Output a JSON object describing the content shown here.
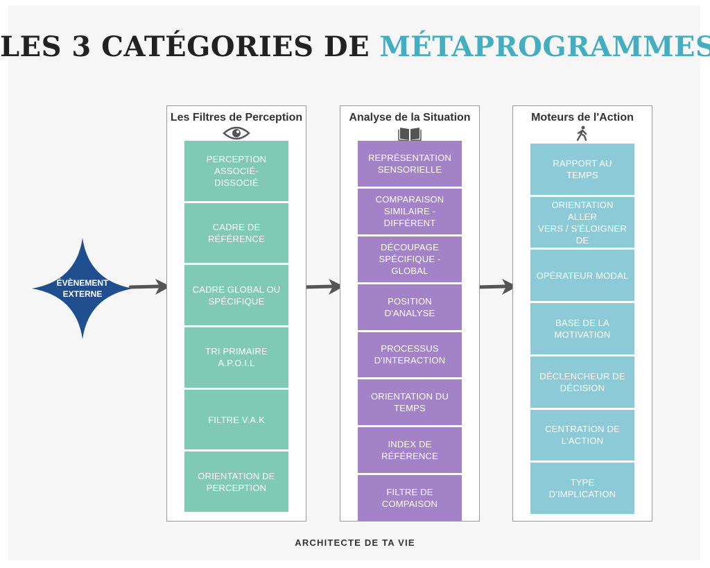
{
  "title": {
    "part1": "LES 3 CATÉGORIES DE ",
    "part2": "MÉTAPROGRAMMES"
  },
  "colors": {
    "title_dark": "#222222",
    "title_accent": "#43aebf",
    "perception": "#80c9b4",
    "analyse": "#a482c7",
    "action": "#8ccad8",
    "event": "#1f4f8e",
    "arrow": "#555555"
  },
  "event": {
    "label": "ÉVÈNEMENT\nEXTERNE"
  },
  "columns": [
    {
      "title": "Les Filtres de Perception",
      "icon": "eye-icon",
      "items": [
        "PERCEPTION ASSOCIÉ-\nDISSOCIÉ",
        "CADRE DE RÉFÉRENCE",
        "CADRE GLOBAL OU\nSPÉCIFIQUE",
        "TRI PRIMAIRE\nA.P.O.I.L",
        "FILTRE V.A.K",
        "ORIENTATION DE\nPERCEPTION"
      ]
    },
    {
      "title": "Analyse de la Situation",
      "icon": "book-icon",
      "items": [
        "REPRÉSENTATION\nSENSORIELLE",
        "COMPARAISON\nSIMILAIRE - DIFFÉRENT",
        "DÉCOUPAGE\nSPÉCIFIQUE - GLOBAL",
        "POSITION D'ANALYSE",
        "PROCESSUS\nD'INTERACTION",
        "ORIENTATION DU TEMPS",
        "INDEX DE RÉFÉRENCE",
        "FILTRE DE COMPAISON"
      ]
    },
    {
      "title": "Moteurs de l'Action",
      "icon": "walking-person-icon",
      "items": [
        "RAPPORT AU TEMPS",
        "ORIENTATION ALLER\nVERS / S'ÉLOIGNER DE",
        "OPÉRATEUR MODAL",
        "BASE DE LA\nMOTIVATION",
        "DÉCLENCHEUR DE\nDÉCISION",
        "CENTRATION DE\nL'ACTION",
        "TYPE D'IMPLICATION"
      ]
    }
  ],
  "footer": "ARCHITECTE DE TA VIE"
}
